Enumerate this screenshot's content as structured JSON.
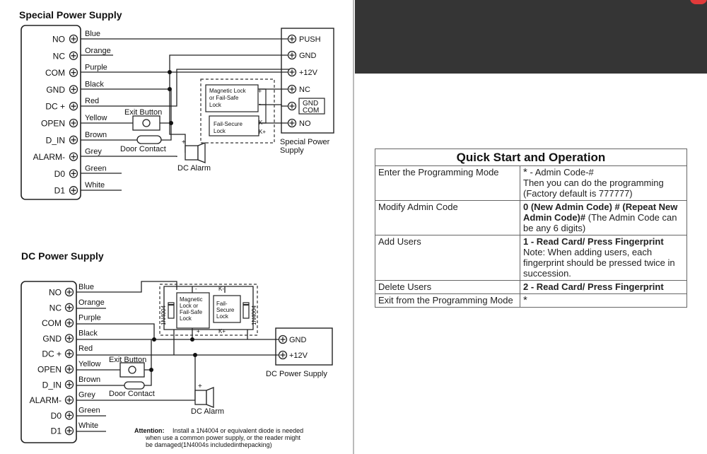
{
  "special": {
    "title": "Special Power Supply",
    "terminals": [
      "NO",
      "NC",
      "COM",
      "GND",
      "DC +",
      "OPEN",
      "D_IN",
      "ALARM-",
      "D0",
      "D1"
    ],
    "wires": [
      "Blue",
      "Orange",
      "Purple",
      "Black",
      "Red",
      "Yellow",
      "Brown",
      "Grey",
      "Green",
      "White"
    ],
    "exit_button": "Exit Button",
    "door_contact": "Door Contact",
    "dc_alarm": "DC Alarm",
    "psu_terminals": [
      "PUSH",
      "GND",
      "+12V",
      "NC",
      "NO"
    ],
    "gnd_com": [
      "GND",
      "COM"
    ],
    "psu_label": [
      "Special Power",
      "Supply"
    ],
    "mag_lock": [
      "Magnetic Lock",
      "or Fail-Safe",
      "Lock"
    ],
    "fail_secure": [
      "Fail-Secure",
      "Lock"
    ],
    "plus": "+",
    "minus": "-",
    "k_minus": "K-",
    "k_plus": "K+"
  },
  "dc": {
    "title": "DC Power Supply",
    "terminals": [
      "NO",
      "NC",
      "COM",
      "GND",
      "DC +",
      "OPEN",
      "D_IN",
      "ALARM-",
      "D0",
      "D1"
    ],
    "wires": [
      "Blue",
      "Orange",
      "Purple",
      "Black",
      "Red",
      "Yellow",
      "Brown",
      "Grey",
      "Green",
      "White"
    ],
    "exit_button": "Exit Button",
    "door_contact": "Door Contact",
    "dc_alarm": "DC Alarm",
    "psu_terminals": [
      "GND",
      "+12V"
    ],
    "psu_label": "DC Power Supply",
    "diode": "1N4004",
    "mag_lock": [
      "Magnetic",
      "Lock or",
      "Fail-Safe",
      "Lock"
    ],
    "fail_secure": [
      "Fail-",
      "Secure",
      "Lock"
    ],
    "attention_label": "Attention:",
    "attention_lines": [
      "Install a 1N4004 or equivalent diode is needed",
      "when use a common power supply, or the reader might",
      "be damaged(1N4004s includedinthepacking)"
    ]
  },
  "table": {
    "title": "Quick Start and Operation",
    "star": "*",
    "rows": {
      "enter_label": "Enter the Programming Mode",
      "enter_value": "- Admin Code-#",
      "enter_note": "Then you can do the programming (Factory default is 777777)",
      "modify_label": "Modify Admin Code",
      "modify_bold": "0 (New Admin Code) # (Repeat New Admin Code)#",
      "modify_note": " (The Admin Code can be any 6 digits)",
      "add_label": "Add Users",
      "add_bold": "1 - Read Card/ Press Fingerprint",
      "add_note": "Note: When adding users, each fingerprint should be pressed twice in succession.",
      "delete_label": "Delete Users",
      "delete_bold": "2 - Read Card/ Press Fingerprint",
      "exit_label": "Exit from the Programming Mode"
    }
  }
}
